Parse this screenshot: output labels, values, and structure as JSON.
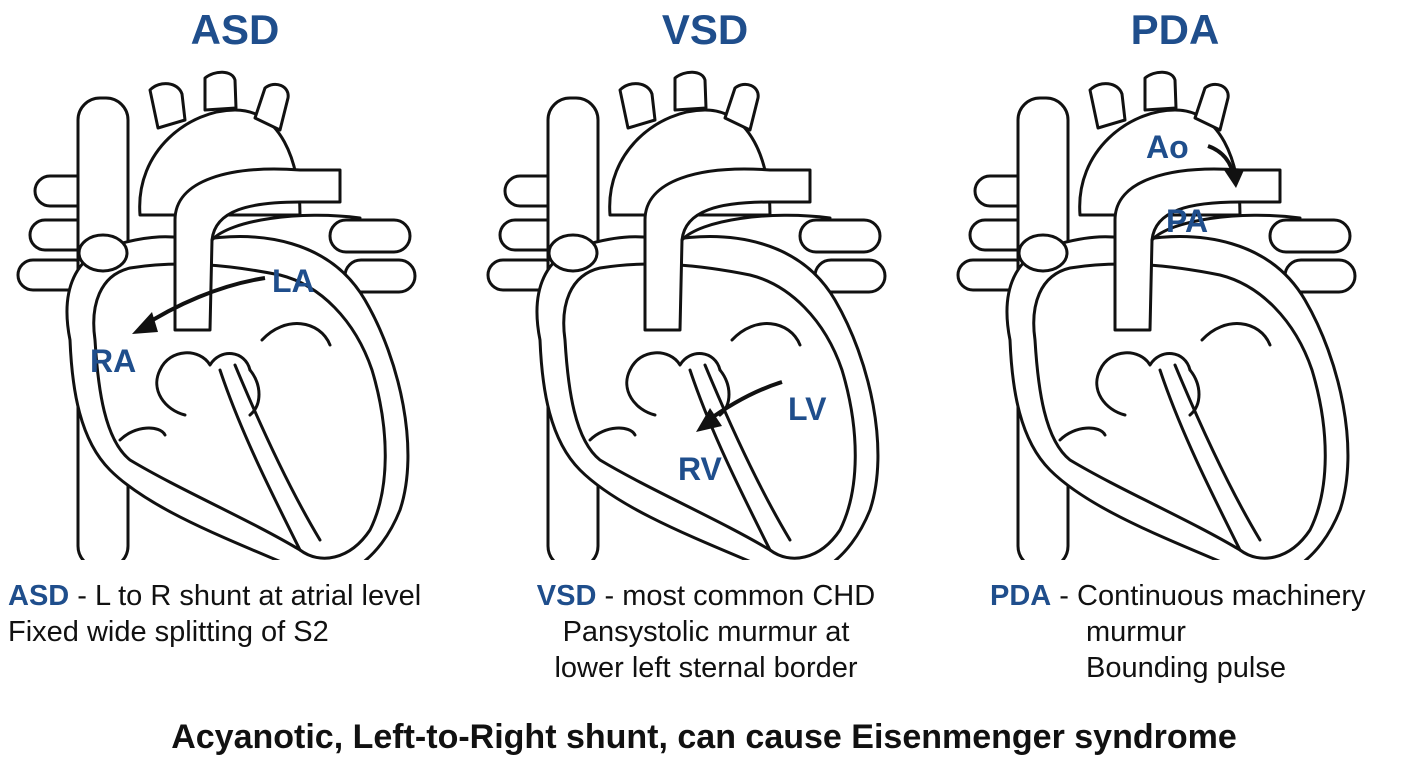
{
  "panels": [
    {
      "title": "ASD",
      "chambers": {
        "upper": "LA",
        "lower": "RA"
      },
      "caption": {
        "keyword": "ASD",
        "sep": " - ",
        "line1": "L to R shunt at atrial level",
        "line2": "Fixed wide splitting of S2"
      }
    },
    {
      "title": "VSD",
      "chambers": {
        "upper": "LV",
        "lower": "RV"
      },
      "caption": {
        "keyword": "VSD",
        "sep": " - ",
        "line1": "most common CHD",
        "line2": "Pansystolic murmur at",
        "line3": "lower left sternal border"
      }
    },
    {
      "title": "PDA",
      "chambers": {
        "upper": "Ao",
        "lower": "PA"
      },
      "caption": {
        "keyword": "PDA",
        "sep": " - ",
        "line1": "Continuous machinery",
        "line2": "murmur",
        "line3": "Bounding pulse"
      }
    }
  ],
  "footer": "Acyanotic, Left-to-Right shunt, can cause Eisenmenger syndrome",
  "colors": {
    "accent": "#1f4e8c",
    "line": "#111111"
  }
}
